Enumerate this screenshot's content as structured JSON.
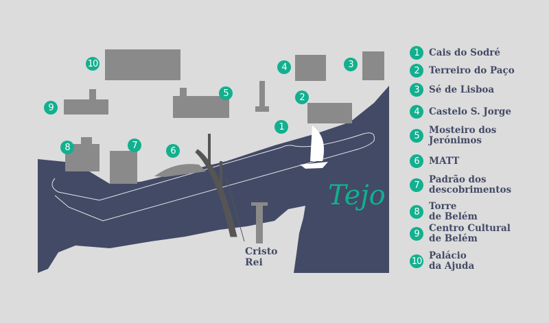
{
  "colors": {
    "background": "#dcdcdc",
    "river": "#424a66",
    "accent": "#12b08e",
    "landmark": "#8a8a8a"
  },
  "map": {
    "river_label": "Tejo",
    "cristo_rei_label": "Cristo\nRei"
  },
  "markers": [
    "1",
    "2",
    "3",
    "4",
    "5",
    "6",
    "7",
    "8",
    "9",
    "10"
  ],
  "legend": [
    {
      "num": "1",
      "label": "Cais do Sodré"
    },
    {
      "num": "2",
      "label": "Terreiro do Paço"
    },
    {
      "num": "3",
      "label": "Sé de Lisboa"
    },
    {
      "num": "4",
      "label": "Castelo S. Jorge"
    },
    {
      "num": "5",
      "label": "Mosteiro dos\nJerónimos"
    },
    {
      "num": "6",
      "label": "MATT"
    },
    {
      "num": "7",
      "label": "Padrão dos\ndescobrimentos"
    },
    {
      "num": "8",
      "label": "Torre\nde Belém"
    },
    {
      "num": "9",
      "label": "Centro Cultural\nde Belém"
    },
    {
      "num": "10",
      "label": "Palácio\nda Ajuda"
    }
  ]
}
